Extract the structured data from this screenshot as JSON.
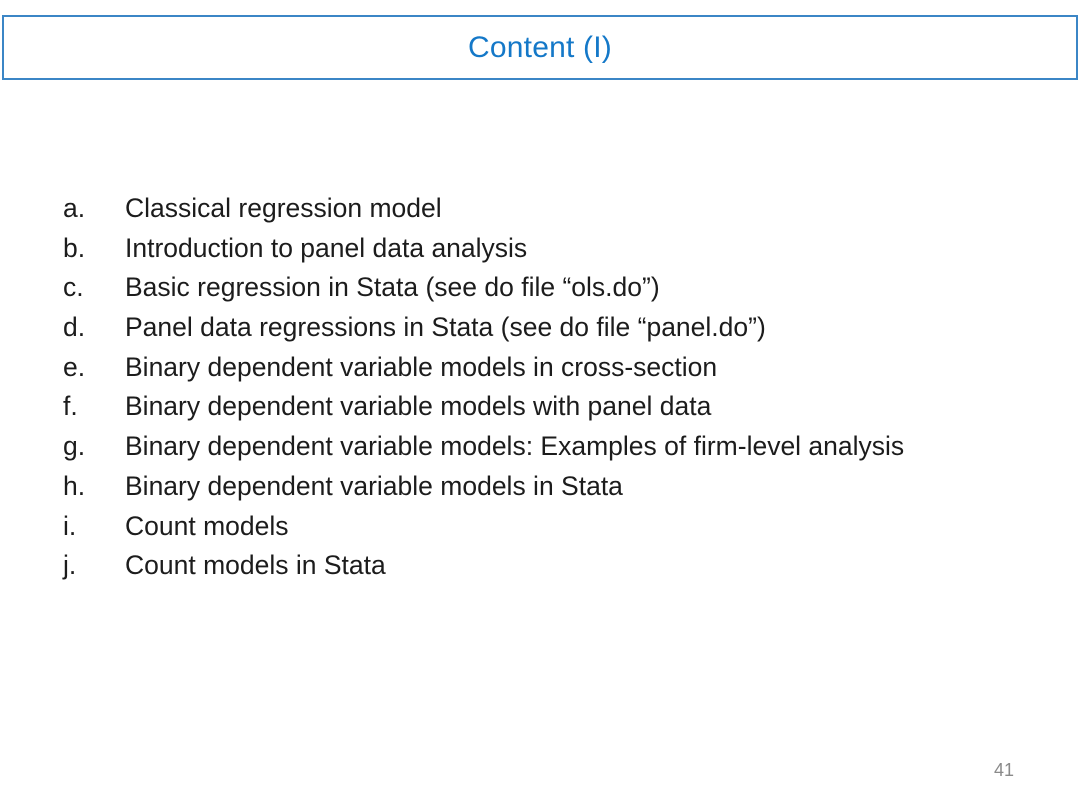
{
  "slide": {
    "title": "Content (I)",
    "page_number": "41",
    "colors": {
      "title_text": "#1478C8",
      "title_border": "#3B86C6",
      "body_text": "#1C1C1C",
      "page_number": "#8A8A8A"
    },
    "content_list": {
      "items": [
        {
          "letter": "a.",
          "text": "Classical regression model"
        },
        {
          "letter": "b.",
          "text": "Introduction to panel data analysis"
        },
        {
          "letter": "c.",
          "text": "Basic regression in Stata (see do file “ols.do”)"
        },
        {
          "letter": "d.",
          "text": "Panel data regressions in Stata (see do file “panel.do”)"
        },
        {
          "letter": "e.",
          "text": "Binary dependent variable models in cross-section"
        },
        {
          "letter": "f.",
          "text": "Binary dependent variable models with panel data"
        },
        {
          "letter": "g.",
          "text": "Binary dependent variable models: Examples of firm-level analysis"
        },
        {
          "letter": "h.",
          "text": "Binary dependent variable models in Stata"
        },
        {
          "letter": "i.",
          "text": "Count models"
        },
        {
          "letter": "j.",
          "text": "Count models in Stata"
        }
      ]
    }
  }
}
